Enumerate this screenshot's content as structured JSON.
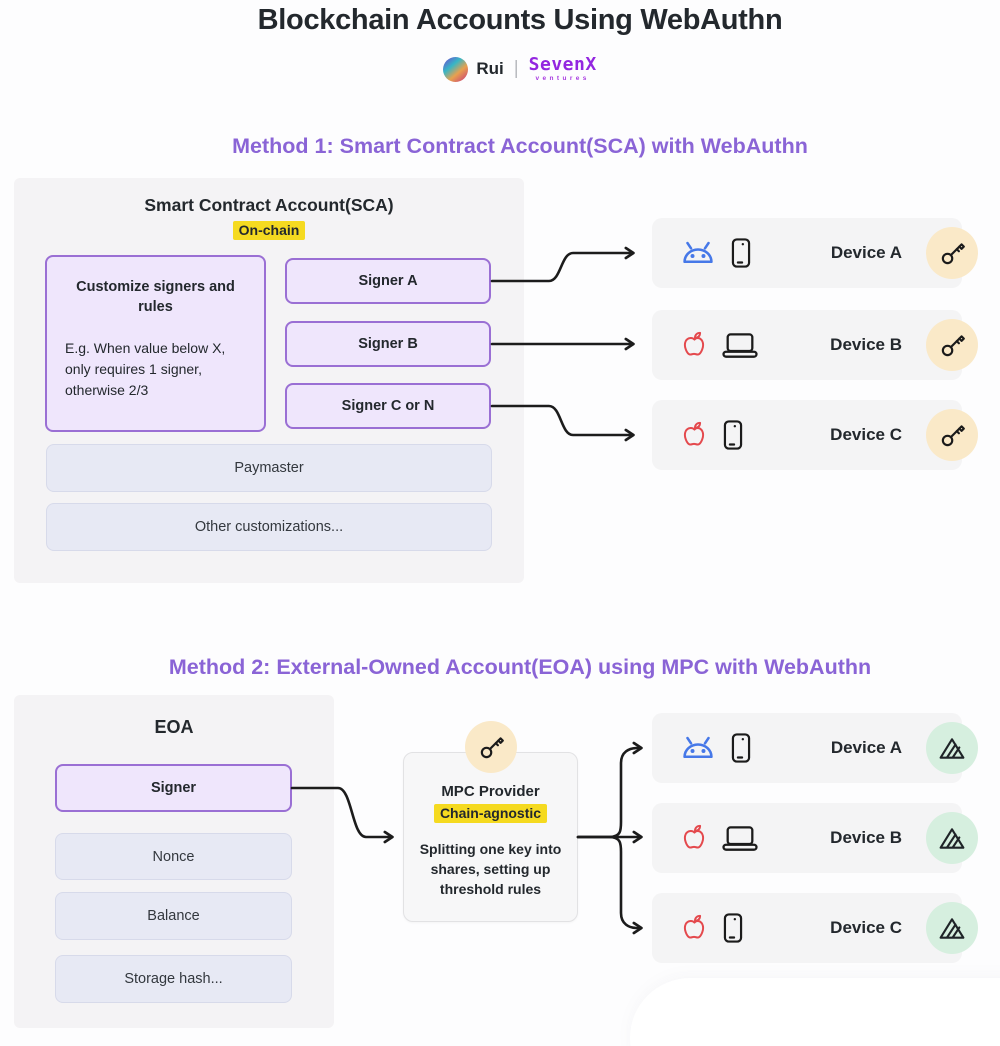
{
  "page": {
    "title": "Blockchain Accounts Using WebAuthn",
    "author": "Rui",
    "separator": "|",
    "brand_name": "SevenX",
    "brand_sub": "ventures"
  },
  "colors": {
    "heading_purple": "#8a64d6",
    "highlight_yellow": "#f5da20",
    "purple_box_bg": "#efe6fc",
    "purple_box_border": "#9a6fd4",
    "gray_box_bg": "#e7e9f4",
    "panel_bg": "#f4f3f5",
    "device_row_bg": "#f4f4f5",
    "key_badge_bg": "#fae9c8",
    "key_share_badge_bg": "#d6efdf",
    "android_blue": "#4678e8",
    "apple_red": "#e4494d",
    "arrow_black": "#1c1c1c",
    "brand_purple": "#9326e0"
  },
  "method1": {
    "heading": "Method 1: Smart Contract Account(SCA) with WebAuthn",
    "panel": {
      "title": "Smart Contract Account(SCA)",
      "tag": "On-chain",
      "customize": {
        "title": "Customize signers and rules",
        "body": "E.g. When value below X, only requires 1 signer, otherwise 2/3"
      },
      "signers": [
        "Signer A",
        "Signer B",
        "Signer C or N"
      ],
      "extras": [
        "Paymaster",
        "Other customizations..."
      ]
    },
    "devices": [
      {
        "label": "Device A",
        "platform_icon": "android-icon",
        "hardware_icon": "phone-icon",
        "badge_icon": "key-icon"
      },
      {
        "label": "Device B",
        "platform_icon": "apple-icon",
        "hardware_icon": "laptop-icon",
        "badge_icon": "key-icon"
      },
      {
        "label": "Device C",
        "platform_icon": "apple-icon",
        "hardware_icon": "phone-icon",
        "badge_icon": "key-icon"
      }
    ]
  },
  "method2": {
    "heading": "Method 2: External-Owned Account(EOA) using MPC with WebAuthn",
    "panel": {
      "title": "EOA",
      "signer": "Signer",
      "fields": [
        "Nonce",
        "Balance",
        "Storage hash..."
      ]
    },
    "mpc": {
      "title": "MPC Provider",
      "tag": "Chain-agnostic",
      "body": "Splitting one key into shares, setting up threshold rules"
    },
    "devices": [
      {
        "label": "Device A",
        "platform_icon": "android-icon",
        "hardware_icon": "phone-icon",
        "badge_icon": "key-share-icon"
      },
      {
        "label": "Device B",
        "platform_icon": "apple-icon",
        "hardware_icon": "laptop-icon",
        "badge_icon": "key-share-icon"
      },
      {
        "label": "Device C",
        "platform_icon": "apple-icon",
        "hardware_icon": "phone-icon",
        "badge_icon": "key-share-icon"
      }
    ]
  }
}
